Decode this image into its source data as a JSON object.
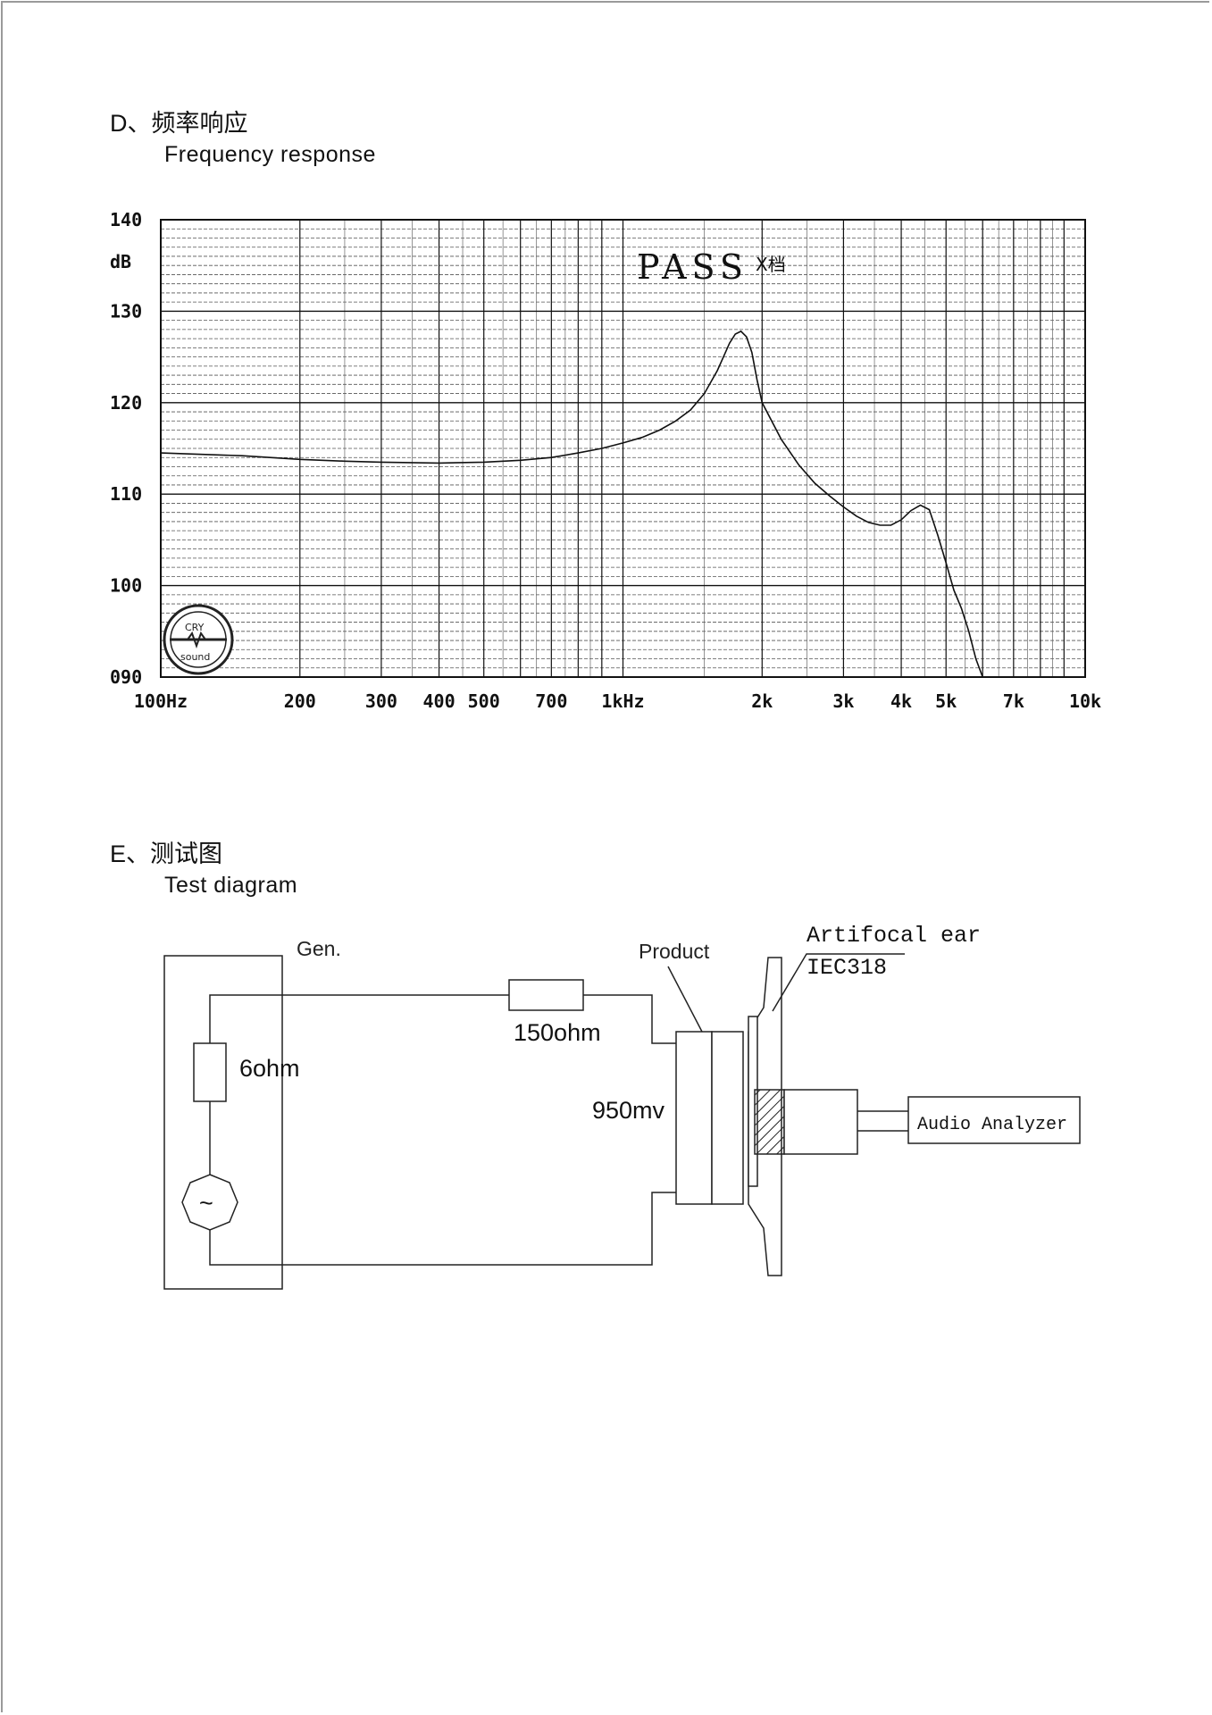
{
  "section_d": {
    "prefix": "D、",
    "title_cn": "频率响应",
    "title_en": "Frequency response"
  },
  "section_e": {
    "prefix": "E、",
    "title_cn": "测试图",
    "title_en": "Test diagram"
  },
  "chart_data": {
    "type": "line",
    "title": "",
    "ylabel": "dB",
    "xscale": "log",
    "xlim": [
      100,
      10000
    ],
    "ylim": [
      90,
      140
    ],
    "y_ticks": [
      {
        "v": 140,
        "label": "140"
      },
      {
        "v": 130,
        "label": "130"
      },
      {
        "v": 120,
        "label": "120"
      },
      {
        "v": 110,
        "label": "110"
      },
      {
        "v": 100,
        "label": "100"
      },
      {
        "v": 90,
        "label": "090"
      }
    ],
    "x_ticks": [
      {
        "v": 100,
        "label": "100Hz"
      },
      {
        "v": 200,
        "label": "200"
      },
      {
        "v": 300,
        "label": "300"
      },
      {
        "v": 400,
        "label": "400"
      },
      {
        "v": 500,
        "label": "500"
      },
      {
        "v": 700,
        "label": "700"
      },
      {
        "v": 1000,
        "label": "1kHz"
      },
      {
        "v": 2000,
        "label": "2k"
      },
      {
        "v": 3000,
        "label": "3k"
      },
      {
        "v": 4000,
        "label": "4k"
      },
      {
        "v": 5000,
        "label": "5k"
      },
      {
        "v": 7000,
        "label": "7k"
      },
      {
        "v": 10000,
        "label": "10k"
      }
    ],
    "grid": true,
    "annotation": "PASS",
    "annotation_sup": "X档",
    "stamp_text": [
      "CRY",
      "sound"
    ],
    "series": [
      {
        "x": [
          100,
          150,
          200,
          250,
          300,
          400,
          500,
          600,
          700,
          800,
          900,
          1000,
          1100,
          1200,
          1300,
          1400,
          1500,
          1600,
          1650,
          1700,
          1750,
          1800,
          1850,
          1900,
          1950,
          2000,
          2200,
          2400,
          2600,
          2800,
          3000,
          3200,
          3400,
          3600,
          3800,
          4000,
          4200,
          4400,
          4600,
          4800,
          5000,
          5200,
          5400,
          5600,
          5800,
          6000
        ],
        "y": [
          114.5,
          114.2,
          113.8,
          113.6,
          113.5,
          113.4,
          113.5,
          113.7,
          114.0,
          114.5,
          115.0,
          115.6,
          116.2,
          117.0,
          118.0,
          119.2,
          121.0,
          123.5,
          125.0,
          126.5,
          127.5,
          127.8,
          127.2,
          125.5,
          122.5,
          120.0,
          116.0,
          113.2,
          111.2,
          109.8,
          108.6,
          107.6,
          106.9,
          106.6,
          106.6,
          107.2,
          108.2,
          108.8,
          108.3,
          105.5,
          102.5,
          99.5,
          97.5,
          95.0,
          92.0,
          90.0
        ]
      }
    ]
  },
  "diagram": {
    "gen_label": "Gen.",
    "resistor_6_label": "6ohm",
    "resistor_150_label": "150ohm",
    "voltage_label": "950mv",
    "product_label": "Product",
    "ear_label": "Artifocal ear",
    "ear_std": "IEC318",
    "source_symbol": "~",
    "analyzer_label": "Audio Analyzer"
  }
}
